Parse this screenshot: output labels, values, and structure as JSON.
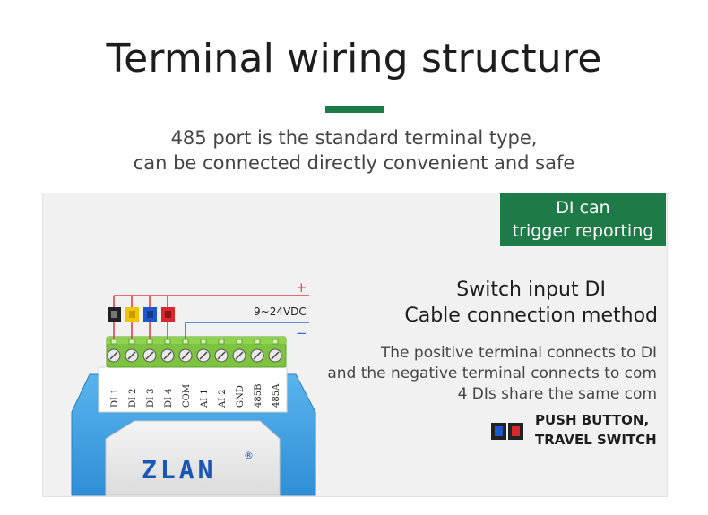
{
  "title": "Terminal wiring structure",
  "subtitle": {
    "line1": "485 port is the standard terminal type,",
    "line2": "can be connected directly convenient and safe"
  },
  "badge": {
    "line1": "DI can",
    "line2": "trigger reporting"
  },
  "heading": {
    "line1": "Switch input DI",
    "line2": "Cable connection method"
  },
  "description": [
    "The positive terminal connects to DI",
    "and the negative terminal connects to com",
    "4 DIs share the same com"
  ],
  "legend": {
    "line1": "PUSH BUTTON,",
    "line2": "TRAVEL SWITCH"
  },
  "diagram": {
    "plus": "+",
    "minus": "−",
    "voltage": "9~24VDC",
    "terminals": [
      "DI 1",
      "DI 2",
      "DI 3",
      "DI 4",
      "COM",
      "AI 1",
      "AI 2",
      "GND",
      "485B",
      "485A"
    ],
    "brand": "ZLAN",
    "registered": "®"
  },
  "colors": {
    "accent": "#1e7a46",
    "terminal_green": "#7ec242",
    "device_blue": "#3fa0e0",
    "wire_red": "#e0404a",
    "wire_blue": "#2f6fd0",
    "button_black": "#222222",
    "button_yellow": "#f2c400",
    "button_blue": "#1f56c9",
    "button_red": "#d8282e",
    "brand_text": "#1a57b5"
  }
}
